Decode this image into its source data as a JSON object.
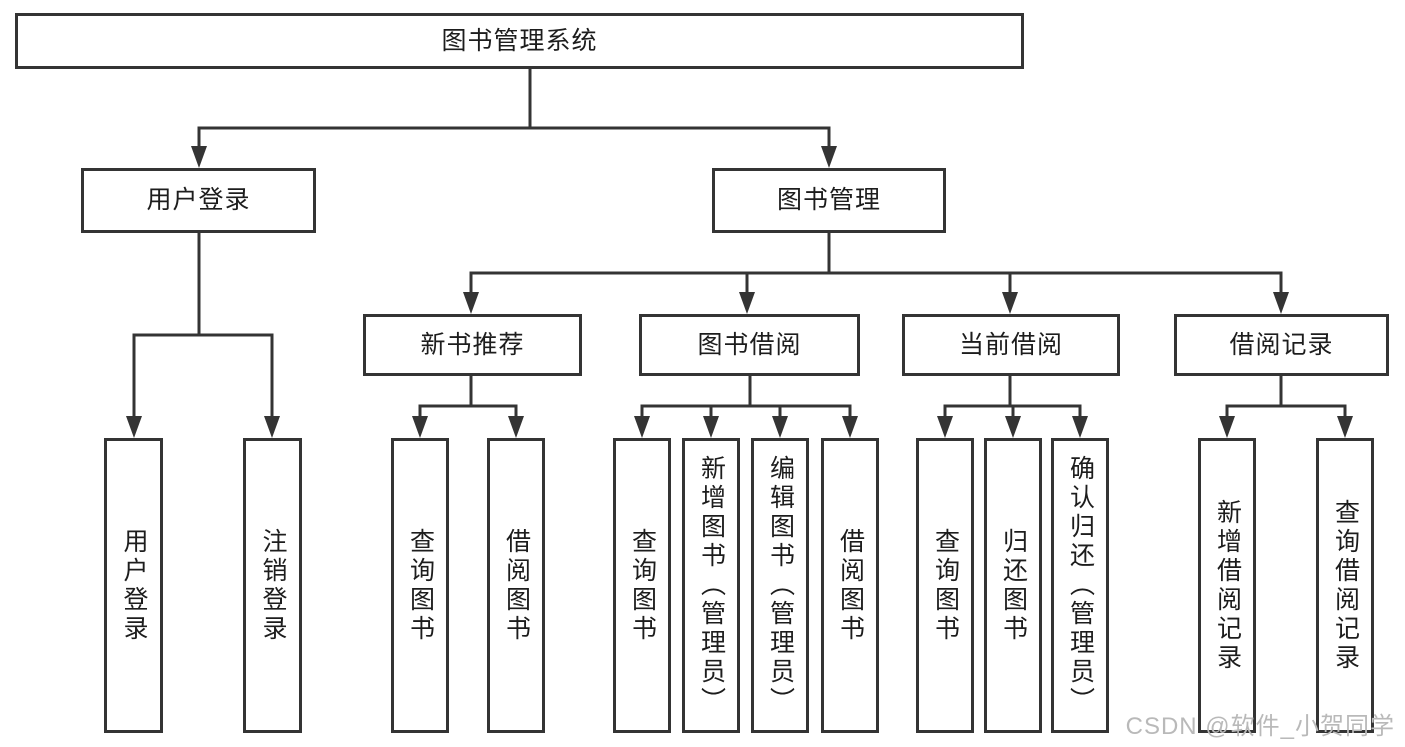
{
  "diagram": {
    "root": {
      "label": "图书管理系统"
    },
    "level2": [
      {
        "label": "用户登录",
        "children": [
          {
            "label": "用户登录"
          },
          {
            "label": "注销登录"
          }
        ]
      },
      {
        "label": "图书管理",
        "children": [
          {
            "label": "新书推荐",
            "children": [
              {
                "label": "查询图书"
              },
              {
                "label": "借阅图书"
              }
            ]
          },
          {
            "label": "图书借阅",
            "children": [
              {
                "label": "查询图书"
              },
              {
                "label": "新增图书（管理员）"
              },
              {
                "label": "编辑图书（管理员）"
              },
              {
                "label": "借阅图书"
              }
            ]
          },
          {
            "label": "当前借阅",
            "children": [
              {
                "label": "查询图书"
              },
              {
                "label": "归还图书"
              },
              {
                "label": "确认归还（管理员）"
              }
            ]
          },
          {
            "label": "借阅记录",
            "children": [
              {
                "label": "新增借阅记录"
              },
              {
                "label": "查询借阅记录"
              }
            ]
          }
        ]
      }
    ]
  },
  "watermark": {
    "text": "CSDN @软件_小贺同学"
  },
  "colors": {
    "line": "#343434",
    "text": "#1d1d1d",
    "watermark": "#b9b9b9",
    "background": "#ffffff"
  }
}
